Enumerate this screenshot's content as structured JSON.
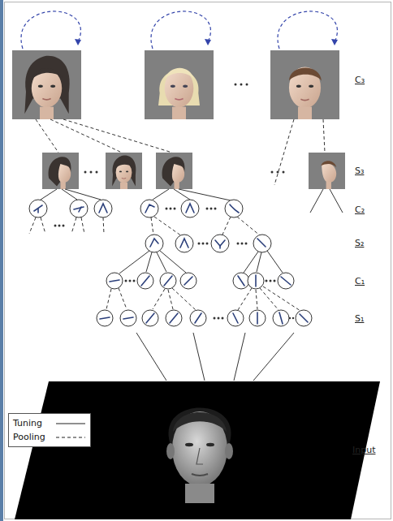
{
  "diagram": {
    "labels": [
      "C₃",
      "S₃",
      "C₂",
      "S₂",
      "C₁",
      "S₁",
      "Input"
    ],
    "legend": [
      {
        "text": "Tuning"
      },
      {
        "text": "Pooling"
      }
    ]
  }
}
